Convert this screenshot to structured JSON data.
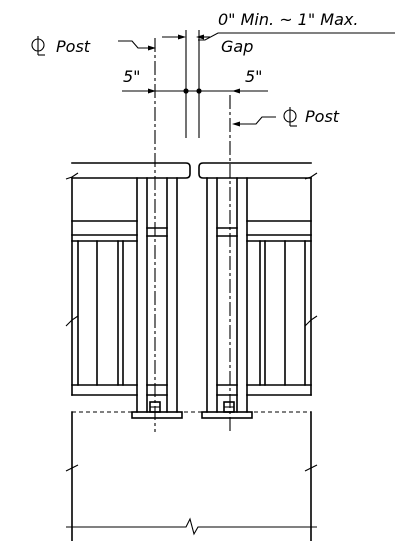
{
  "labels": {
    "gap_range": "0\" Min. ~ 1\" Max.",
    "gap": "Gap",
    "post_left": "Post",
    "post_right": "Post",
    "dim_left": "5\"",
    "dim_right": "5\""
  },
  "icons": {
    "centerline_symbol": "centerline-icon"
  }
}
